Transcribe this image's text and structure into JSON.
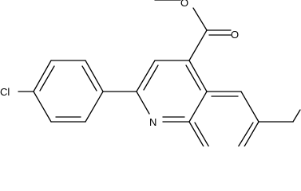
{
  "structure": {
    "atom_labels": {
      "chlorine": "Cl",
      "nitrogen": "N",
      "ester_carbonyl_oxygen": "O",
      "ester_ether_oxygen": "O"
    }
  },
  "colors": {
    "bond": "#000000",
    "label": "#000000",
    "background": "#ffffff"
  }
}
